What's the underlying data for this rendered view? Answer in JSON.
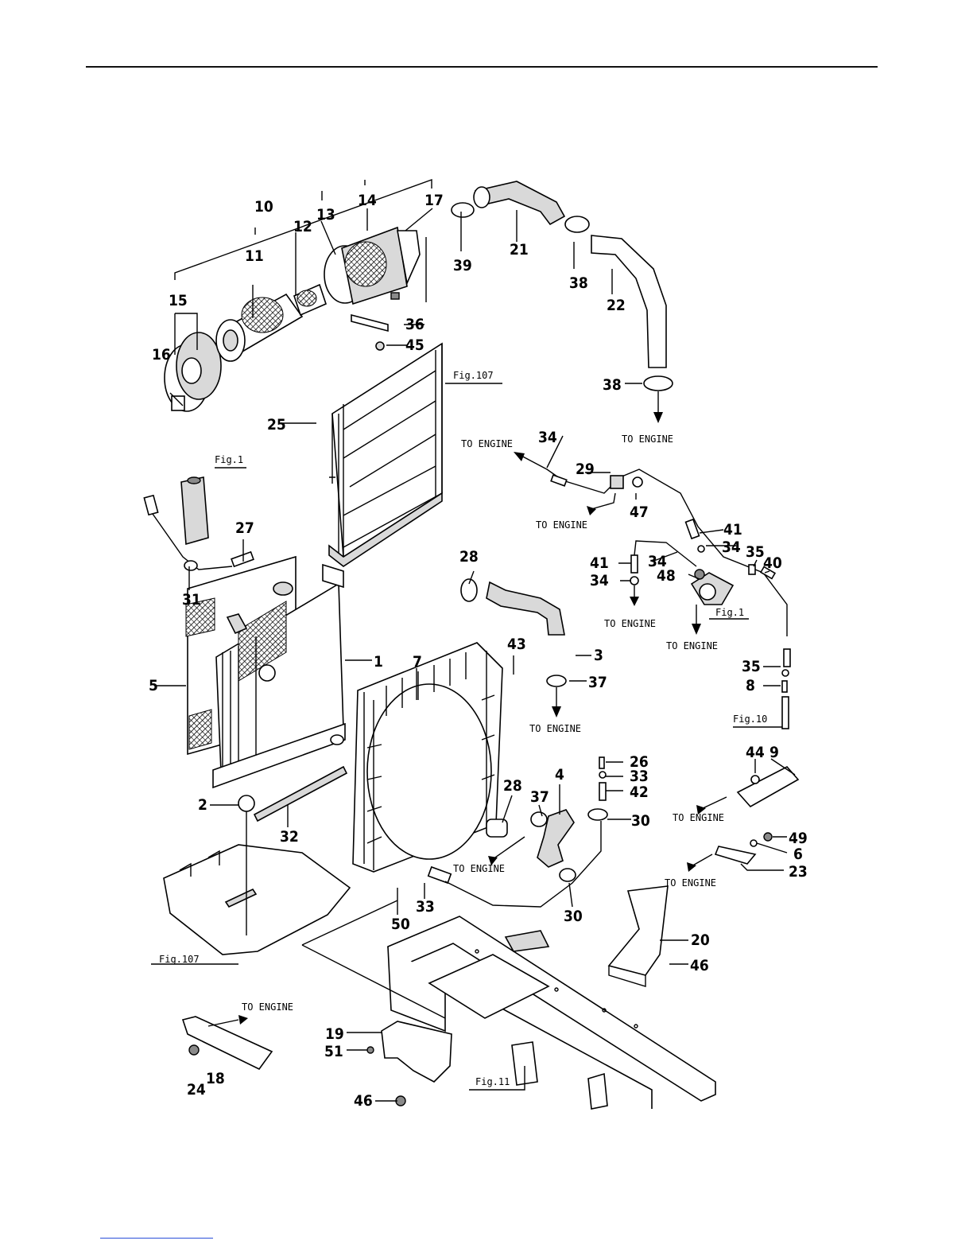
{
  "diagram": {
    "labels": [
      "1",
      "2",
      "3",
      "4",
      "5",
      "6",
      "7",
      "8",
      "9",
      "10",
      "11",
      "12",
      "13",
      "14",
      "15",
      "16",
      "17",
      "18",
      "19",
      "20",
      "21",
      "22",
      "23",
      "24",
      "25",
      "26",
      "27",
      "28",
      "29",
      "30",
      "31",
      "32",
      "33",
      "34",
      "35",
      "36",
      "37",
      "38",
      "39",
      "40",
      "41",
      "42",
      "43",
      "44",
      "45",
      "46",
      "47",
      "48",
      "49",
      "50",
      "51"
    ],
    "references": [
      "Fig.107",
      "Fig.1",
      "Fig.10",
      "Fig.11"
    ],
    "destination_text": "TO ENGINE"
  },
  "colors": {
    "ink": "#000000",
    "footer_link": "#2a4fd8"
  }
}
